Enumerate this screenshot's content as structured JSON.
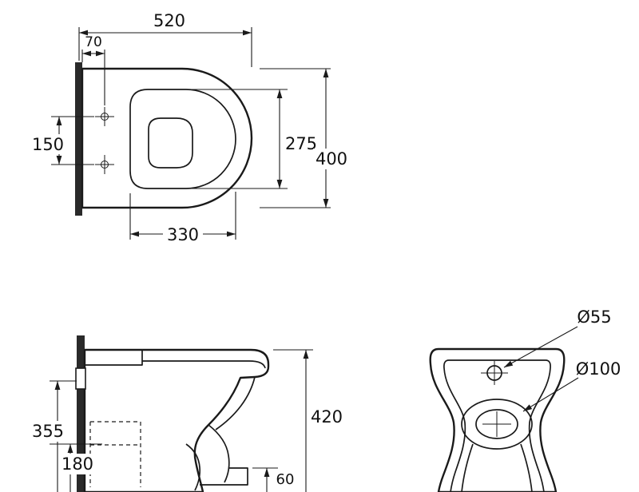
{
  "drawing": {
    "top_view": {
      "overall_depth": "520",
      "hole_offset": "70",
      "hole_spacing": "150",
      "bowl_opening_width": "275",
      "overall_width": "400",
      "bowl_opening_length": "330"
    },
    "side_view": {
      "height_mid": "355",
      "height_low": "180",
      "overall_height": "420",
      "outlet_dim": "60"
    },
    "front_view": {
      "inlet_diameter": "Ø55",
      "outlet_diameter": "Ø100"
    }
  },
  "colors": {
    "body_gray": "#b0b0b0",
    "line": "#1a1a1a"
  }
}
